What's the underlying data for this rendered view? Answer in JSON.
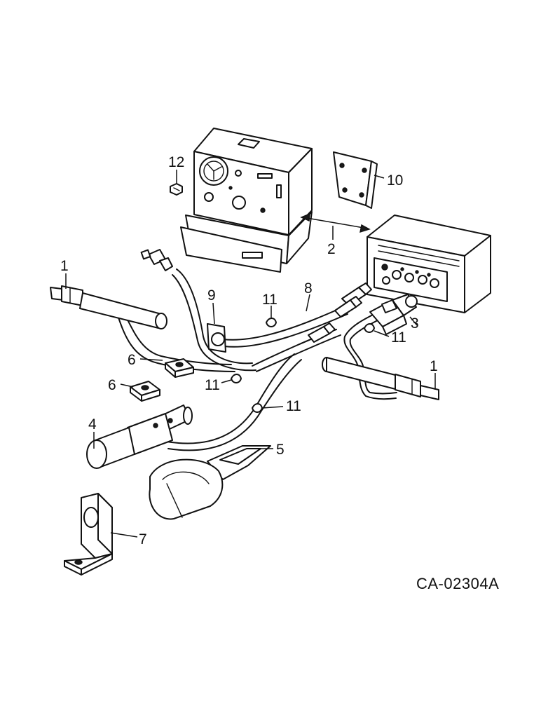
{
  "diagram": {
    "drawing_number": "CA-02304A",
    "callouts": {
      "c1a": "1",
      "c1b": "1",
      "c2": "2",
      "c3": "3",
      "c4": "4",
      "c5": "5",
      "c6a": "6",
      "c6b": "6",
      "c7": "7",
      "c8": "8",
      "c9": "9",
      "c10": "10",
      "c11a": "11",
      "c11b": "11",
      "c11c": "11",
      "c11d": "11",
      "c12": "12"
    }
  }
}
